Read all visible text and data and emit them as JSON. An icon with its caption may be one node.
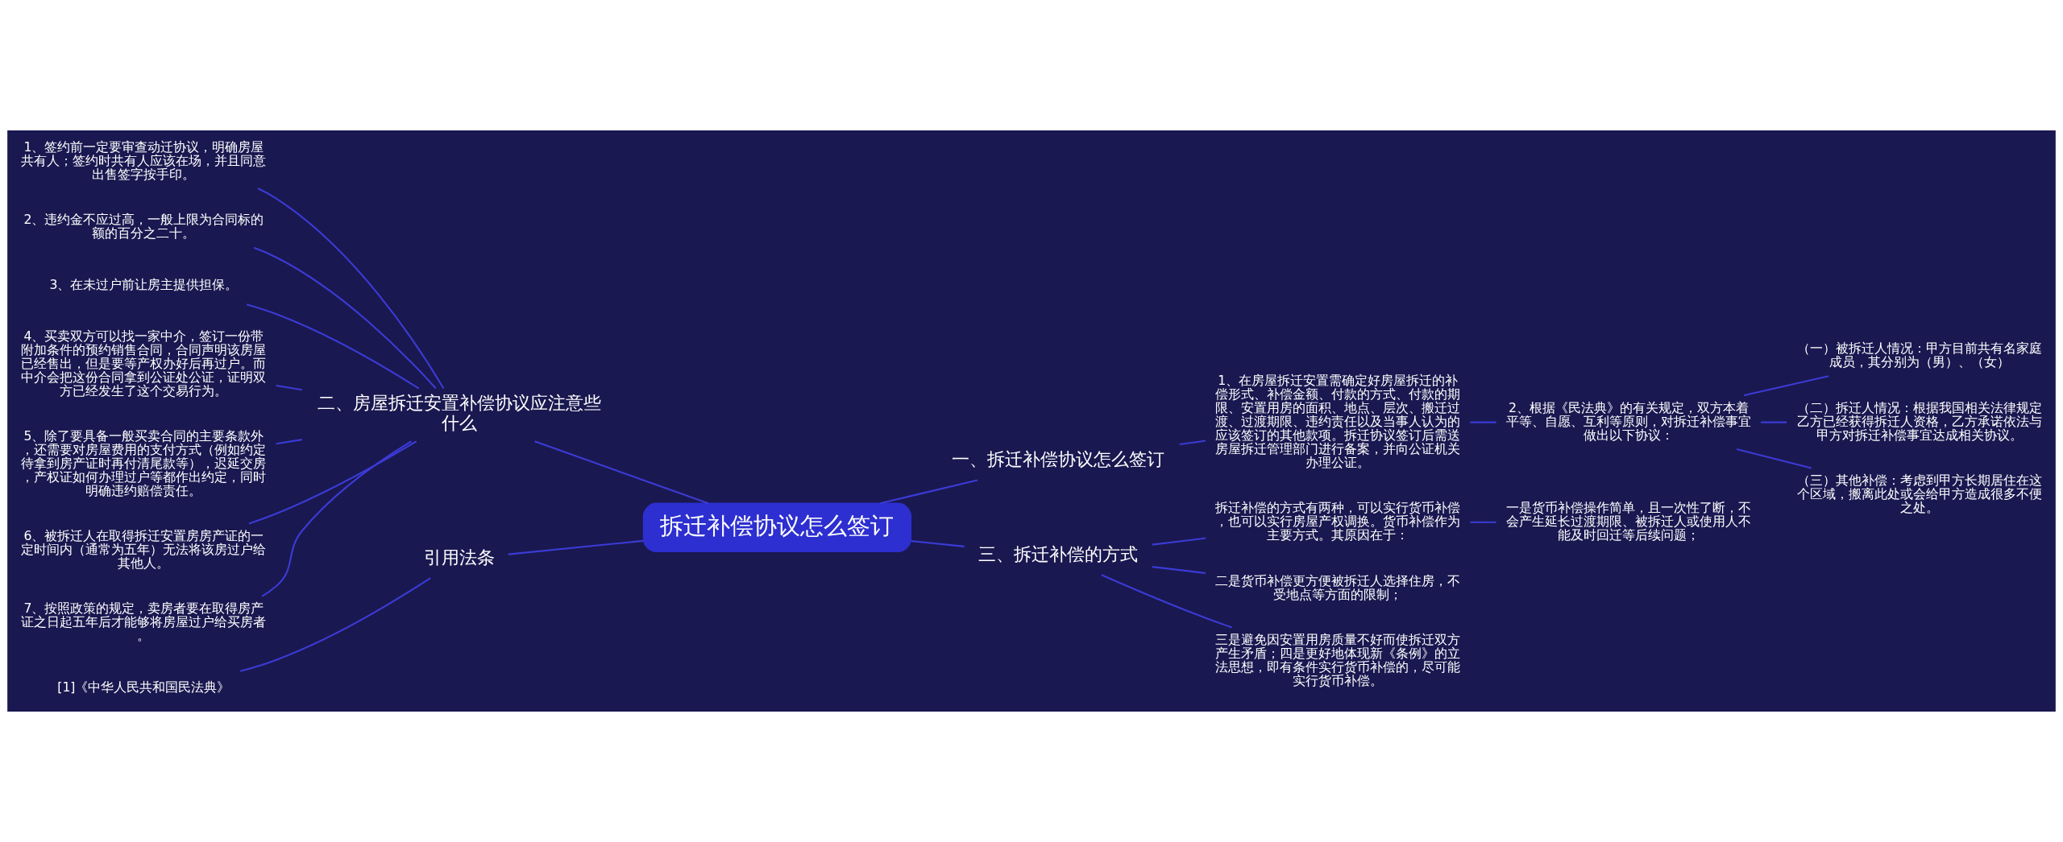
{
  "diagram": {
    "nodes": [
      {
        "text": [
          "拆迁补偿协议怎么签订"
        ]
      },
      {
        "text": [
          "二、房屋拆迁安置补偿协议应注意些什么"
        ]
      },
      {
        "text": [
          "1、签约前一定要审查动迁协议，明确房屋共有人；签约时共有人应该在场，并且同意出售签字按手印。"
        ]
      },
      {
        "text": [
          "2、违约金不应过高，一般上限为合同标的额的百分之二十。"
        ]
      },
      {
        "text": [
          "3、在未过户前让房主提供担保。"
        ]
      },
      {
        "text": [
          "4、买卖双方可以找一家中介，签订一份带附加条件的预约销售合同，合同声明该房屋已经售出，但是要等产权办好后再过户。而中介会把这份合同拿到公证处公证，证明双方已经发生了这个交易行为。"
        ]
      },
      {
        "text": [
          "5、除了要具备一般买卖合同的主要条款外，还需要对房屋费用的支付方式（例如约定待拿到房产证时再付清尾款等），迟延交房，产权证如何办理过户等都作出约定，同时明确违约赔偿责任。"
        ]
      },
      {
        "text": [
          "6、被拆迁人在取得拆迁安置房房产证的一定时间内（通常为五年）无法将该房过户给其他人。"
        ]
      },
      {
        "text": [
          "7、按照政策的规定，卖房者要在取得房产证之日起五年后才能够将房屋过户给买房者。"
        ]
      },
      {
        "text": [
          "引用法条"
        ]
      },
      {
        "text": [
          "[1]《中华人民共和国民法典》"
        ]
      },
      {
        "text": [
          "一、拆迁补偿协议怎么签订"
        ]
      },
      {
        "text": [
          "1、在房屋拆迁安置需确定好房屋拆迁的补偿形式、补偿金额、付款的方式、付款的期限、安置用房的面积、地点、层次、搬迁过渡、过渡期限、违约责任以及当事人认为的应该签订的其他款项。拆迁协议签订后需送房屋拆迁管理部门进行备案，并向公证机关办理公证。"
        ]
      },
      {
        "text": [
          "2、根据《民法典》的有关规定，双方本着平等、自愿、互利等原则，对拆迁补偿事宜做出以下协议："
        ]
      },
      {
        "text": [
          "（一）被拆迁人情况：甲方目前共有名家庭成员，其分别为（男）、（女）"
        ]
      },
      {
        "text": [
          "（二）拆迁人情况：根据我国相关法律规定乙方已经获得拆迁人资格，乙方承诺依法与甲方对拆迁补偿事宜达成相关协议。"
        ]
      },
      {
        "text": [
          "（三）其他补偿：考虑到甲方长期居住在这个区域，搬离此处或会给甲方造成很多不便之处。"
        ]
      },
      {
        "text": [
          "三、拆迁补偿的方式"
        ]
      },
      {
        "text": [
          "拆迁补偿的方式有两种，可以实行货币补偿，也可以实行房屋产权调换。货币补偿作为主要方式。其原因在于："
        ]
      },
      {
        "text": [
          "一是货币补偿操作简单，且一次性了断，不会产生延长过渡期限、被拆迁人或使用人不能及时回迁等后续问题；"
        ]
      },
      {
        "text": [
          "二是货币补偿更方便被拆迁人选择住房，不受地点等方面的限制；"
        ]
      },
      {
        "text": [
          "三是避免因安置用房质量不好而使拆迁双方产生矛盾；四是更好地体现新《条例》的立法思想，即有条件实行货币补偿的，尽可能实行货币补偿。"
        ]
      }
    ],
    "edges": [
      {
        "from": 0,
        "to": 1,
        "arrow": "none"
      },
      {
        "from": 1,
        "to": 2,
        "arrow": "none"
      },
      {
        "from": 1,
        "to": 3,
        "arrow": "none"
      },
      {
        "from": 1,
        "to": 4,
        "arrow": "none"
      },
      {
        "from": 1,
        "to": 5,
        "arrow": "none"
      },
      {
        "from": 1,
        "to": 6,
        "arrow": "none"
      },
      {
        "from": 1,
        "to": 7,
        "arrow": "none"
      },
      {
        "from": 1,
        "to": 8,
        "arrow": "none"
      },
      {
        "from": 0,
        "to": 9,
        "arrow": "none"
      },
      {
        "from": 9,
        "to": 10,
        "arrow": "none"
      },
      {
        "from": 0,
        "to": 11,
        "arrow": "none"
      },
      {
        "from": 11,
        "to": 12,
        "arrow": "none"
      },
      {
        "from": 12,
        "to": 13,
        "arrow": "none"
      },
      {
        "from": 13,
        "to": 14,
        "arrow": "none"
      },
      {
        "from": 13,
        "to": 15,
        "arrow": "none"
      },
      {
        "from": 13,
        "to": 16,
        "arrow": "none"
      },
      {
        "from": 0,
        "to": 17,
        "arrow": "none"
      },
      {
        "from": 17,
        "to": 18,
        "arrow": "none"
      },
      {
        "from": 18,
        "to": 19,
        "arrow": "none"
      },
      {
        "from": 17,
        "to": 20,
        "arrow": "none"
      },
      {
        "from": 17,
        "to": 21,
        "arrow": "none"
      }
    ]
  }
}
